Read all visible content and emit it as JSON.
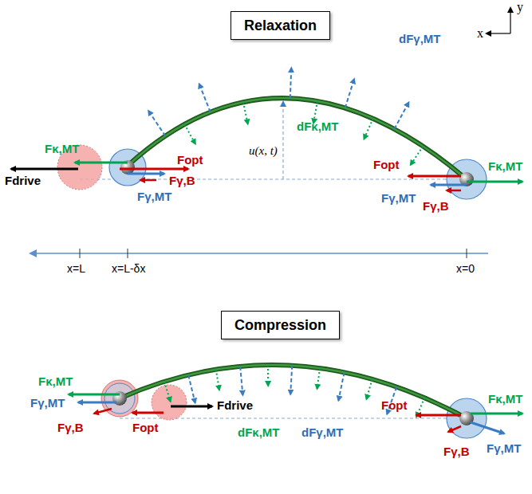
{
  "diagram": {
    "nodes": [
      {
        "text": [
          "Relaxation"
        ]
      },
      {
        "text": [
          "Compression"
        ]
      }
    ],
    "labels": [
      "x",
      "y",
      "dFγ,MT",
      "Fκ,MT",
      "Fdrive",
      "Fopt",
      "Fγ,B",
      "Fγ,MT",
      "u(x, t)",
      "dFκ,MT",
      "Fopt",
      "Fκ,MT",
      "Fγ,MT",
      "Fγ,B",
      "x=L",
      "x=L-δx",
      "x=0",
      "Fκ,MT",
      "Fγ,MT",
      "Fγ,B",
      "Fopt",
      "Fdrive",
      "dFκ,MT",
      "dFγ,MT",
      "Fopt",
      "Fκ,MT",
      "Fγ,MT",
      "Fγ,B"
    ]
  }
}
